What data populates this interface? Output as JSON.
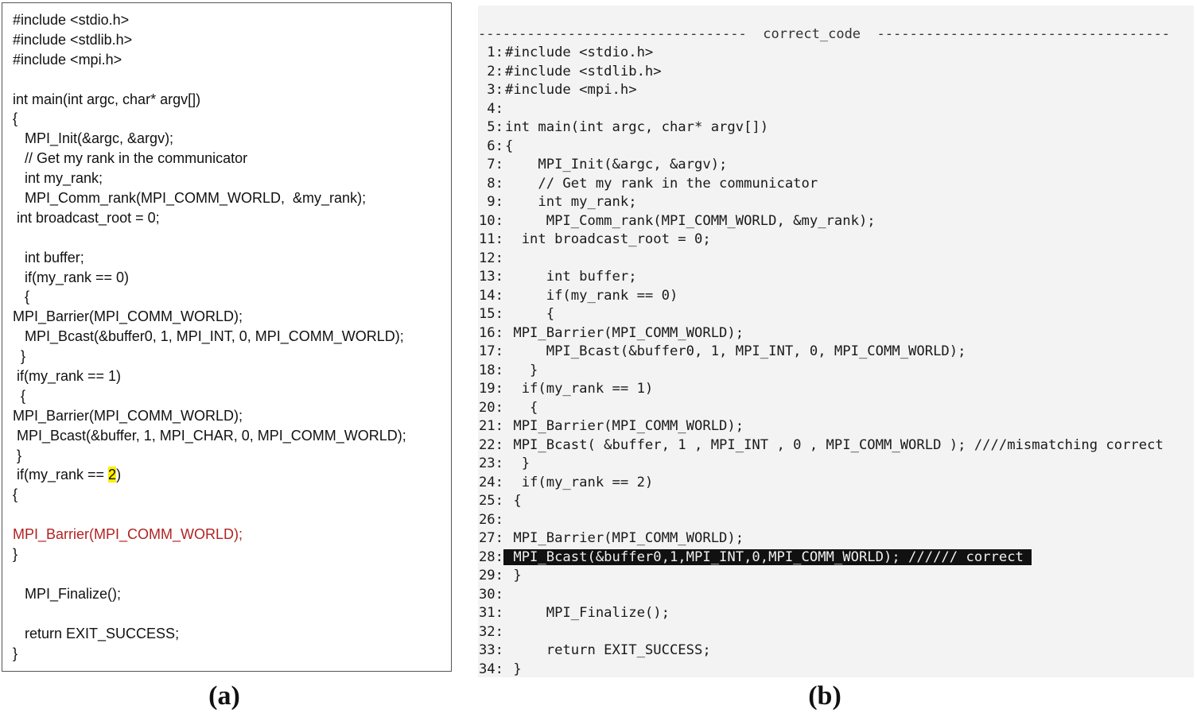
{
  "panel_a": {
    "caption": "(a)",
    "lines": [
      "#include <stdio.h>",
      "#include <stdlib.h>",
      "#include <mpi.h>",
      "",
      "int main(int argc, char* argv[])",
      "{",
      "   MPI_Init(&argc, &argv);",
      "   // Get my rank in the communicator",
      "   int my_rank;",
      "   MPI_Comm_rank(MPI_COMM_WORLD,  &my_rank);",
      " int broadcast_root = 0;",
      "",
      "   int buffer;",
      "   if(my_rank == 0)",
      "   {",
      "MPI_Barrier(MPI_COMM_WORLD);",
      "   MPI_Bcast(&buffer0, 1, MPI_INT, 0, MPI_COMM_WORLD);",
      "  }",
      " if(my_rank == 1)",
      "  {",
      "MPI_Barrier(MPI_COMM_WORLD);",
      " MPI_Bcast(&buffer, 1, MPI_CHAR, 0, MPI_COMM_WORLD);",
      " }",
      " if(my_rank == ",
      "{",
      "",
      "MPI_Barrier(MPI_COMM_WORLD);",
      "}",
      "",
      "   MPI_Finalize();",
      "",
      "   return EXIT_SUCCESS;",
      "}"
    ],
    "highlight_value": "2",
    "highlight_suffix": ")"
  },
  "panel_b": {
    "caption": "(b)",
    "title": "---------------------------------  correct_code  ------------------------------------",
    "lines": [
      {
        "n": "1:",
        "code": "#include <stdio.h>"
      },
      {
        "n": "2:",
        "code": "#include <stdlib.h>"
      },
      {
        "n": "3:",
        "code": "#include <mpi.h>"
      },
      {
        "n": "4:",
        "code": ""
      },
      {
        "n": "5:",
        "code": "int main(int argc, char* argv[])"
      },
      {
        "n": "6:",
        "code": "{"
      },
      {
        "n": "7:",
        "code": "    MPI_Init(&argc, &argv);"
      },
      {
        "n": "8:",
        "code": "    // Get my rank in the communicator"
      },
      {
        "n": "9:",
        "code": "    int my_rank;"
      },
      {
        "n": "10:",
        "code": "     MPI_Comm_rank(MPI_COMM_WORLD, &my_rank);"
      },
      {
        "n": "11:",
        "code": "  int broadcast_root = 0;"
      },
      {
        "n": "12:",
        "code": ""
      },
      {
        "n": "13:",
        "code": "     int buffer;"
      },
      {
        "n": "14:",
        "code": "     if(my_rank == 0)"
      },
      {
        "n": "15:",
        "code": "     {"
      },
      {
        "n": "16:",
        "code": " MPI_Barrier(MPI_COMM_WORLD);"
      },
      {
        "n": "17:",
        "code": "     MPI_Bcast(&buffer0, 1, MPI_INT, 0, MPI_COMM_WORLD);"
      },
      {
        "n": "18:",
        "code": "   }"
      },
      {
        "n": "19:",
        "code": "  if(my_rank == 1)"
      },
      {
        "n": "20:",
        "code": "   {"
      },
      {
        "n": "21:",
        "code": " MPI_Barrier(MPI_COMM_WORLD);"
      },
      {
        "n": "22:",
        "code": " MPI_Bcast( &buffer, 1 , MPI_INT , 0 , MPI_COMM_WORLD ); ////mismatching correct"
      },
      {
        "n": "23:",
        "code": "  }"
      },
      {
        "n": "24:",
        "code": "  if(my_rank == 2)"
      },
      {
        "n": "25:",
        "code": " {"
      },
      {
        "n": "26:",
        "code": ""
      },
      {
        "n": "27:",
        "code": " MPI_Barrier(MPI_COMM_WORLD);"
      },
      {
        "n": "28:",
        "code": " MPI_Bcast(&buffer0,1,MPI_INT,0,MPI_COMM_WORLD); ////// correct "
      },
      {
        "n": "29:",
        "code": " }"
      },
      {
        "n": "30:",
        "code": ""
      },
      {
        "n": "31:",
        "code": "     MPI_Finalize();"
      },
      {
        "n": "32:",
        "code": ""
      },
      {
        "n": "33:",
        "code": "     return EXIT_SUCCESS;"
      },
      {
        "n": "34:",
        "code": " }"
      }
    ]
  },
  "colors": {
    "highlight_yellow": "#ffee00",
    "red_text": "#b22222",
    "panel_b_background": "#f3f3f3",
    "highlight_dark": "#111111"
  }
}
